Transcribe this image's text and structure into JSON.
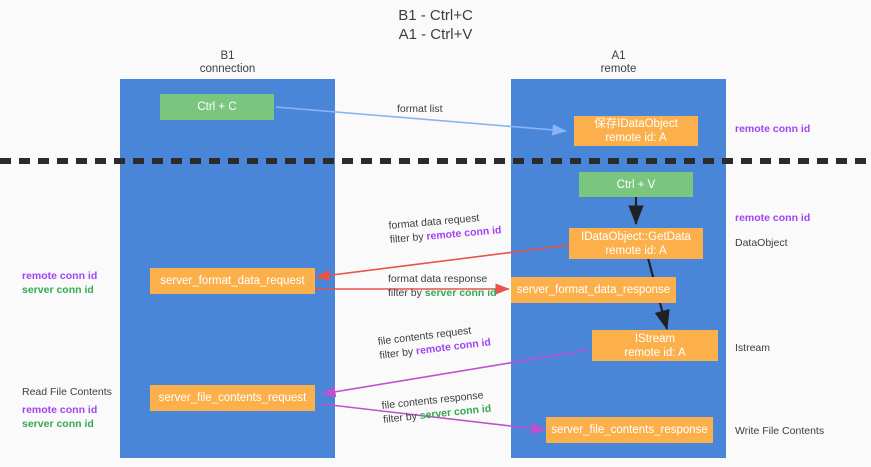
{
  "title": {
    "line1": "B1 - Ctrl+C",
    "line2": "A1 - Ctrl+V"
  },
  "columns": [
    {
      "name": "B1",
      "role": "connection"
    },
    {
      "name": "A1",
      "role": "remote"
    }
  ],
  "colors": {
    "lane": "#4a86d8",
    "green_box": "#7bc67e",
    "orange_box": "#fbb04c",
    "remote_conn_id": "#a142f4",
    "server_conn_id": "#34a853",
    "format_arrow": "#8ab4f8",
    "format_data_arrow": "#e8534a",
    "file_contents_arrow": "#c24fd0",
    "black_arrow": "#202124",
    "divider": "#2b2b2b"
  },
  "nodes": {
    "ctrl_c": {
      "label": "Ctrl + C"
    },
    "save_idataobject": {
      "line1": "保存IDataObject",
      "line2": "remote id: A"
    },
    "ctrl_v": {
      "label": "Ctrl + V"
    },
    "getdata": {
      "line1": "IDataObject::GetData",
      "line2": "remote id: A"
    },
    "server_format_data_request": {
      "label": "server_format_data_request"
    },
    "server_format_data_response": {
      "label": "server_format_data_response"
    },
    "istream": {
      "line1": "IStream",
      "line2": "remote id: A"
    },
    "server_file_contents_request": {
      "label": "server_file_contents_request"
    },
    "server_file_contents_response": {
      "label": "server_file_contents_response"
    }
  },
  "edges": {
    "format_list": {
      "text": "format list"
    },
    "format_data_request": {
      "line1": "format data request",
      "line2_prefix": "filter by ",
      "line2_key": "remote conn id"
    },
    "format_data_response": {
      "line1": "format data response",
      "line2_prefix": "filter by ",
      "line2_key": "server conn id"
    },
    "file_contents_request": {
      "line1": "file contents request",
      "line2_prefix": "filter by ",
      "line2_key": "remote conn id"
    },
    "file_contents_response": {
      "line1": "file contents response",
      "line2_prefix": "filter by ",
      "line2_key": "server conn id"
    }
  },
  "annotations": {
    "right_remote_conn_id_top": "remote conn id",
    "right_remote_conn_id_mid": "remote conn id",
    "right_dataobject": "DataObject",
    "right_istream": "Istream",
    "right_write_file_contents": "Write File Contents",
    "left_mid_remote": "remote conn id",
    "left_mid_server": "server conn id",
    "left_read_file_contents": "Read File Contents",
    "left_bot_remote": "remote conn id",
    "left_bot_server": "server conn id"
  }
}
